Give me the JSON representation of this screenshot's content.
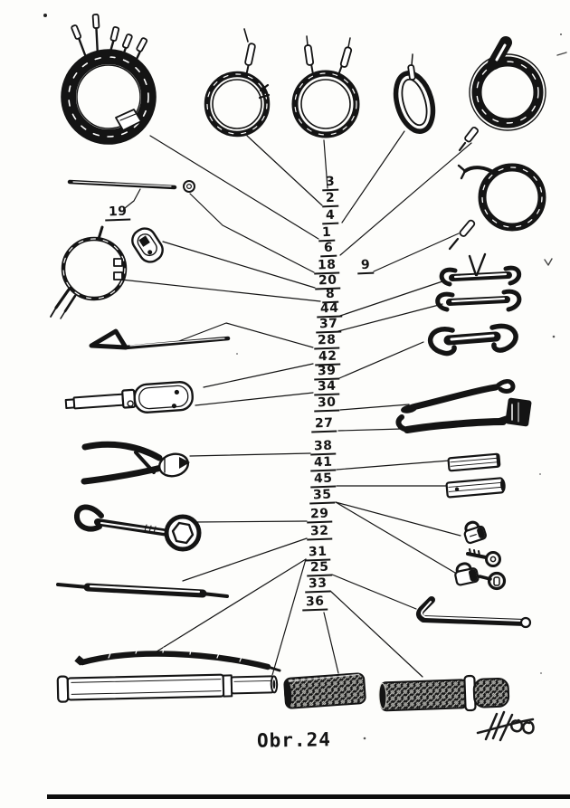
{
  "figure": {
    "caption": "Obr.24",
    "callouts": [
      "3",
      "2",
      "4",
      "1",
      "6",
      "18",
      "9",
      "20",
      "8",
      "44",
      "37",
      "28",
      "42",
      "39",
      "34",
      "30",
      "27",
      "38",
      "41",
      "45",
      "35",
      "29",
      "32",
      "31",
      "25",
      "33",
      "36",
      "19"
    ]
  },
  "palette": {
    "ink": "#141414",
    "paper": "#fdfdfb"
  }
}
